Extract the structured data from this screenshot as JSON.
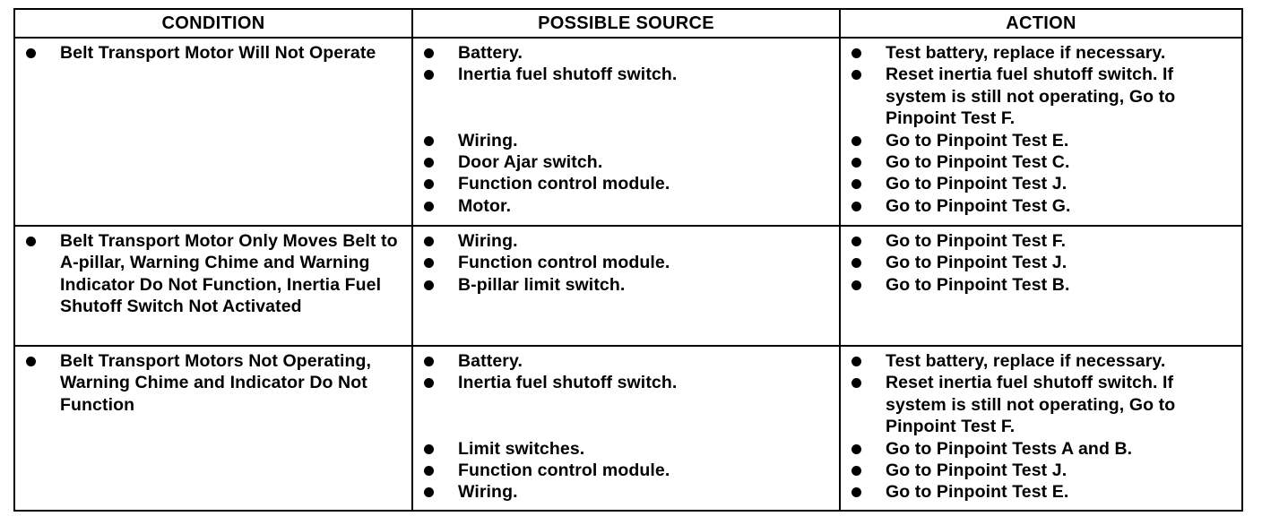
{
  "headers": {
    "condition": "CONDITION",
    "source": "POSSIBLE SOURCE",
    "action": "ACTION"
  },
  "rows": [
    {
      "condition": "Belt Transport Motor Will Not Operate",
      "sources": [
        "Battery.",
        "Inertia fuel shutoff switch.",
        "Wiring.",
        "Door Ajar switch.",
        "Function control module.",
        "Motor."
      ],
      "actions": [
        "Test battery, replace if necessary.",
        "Reset inertia fuel shutoff switch. If system is still not operating, Go to Pinpoint Test F.",
        "Go to Pinpoint Test E.",
        "Go to Pinpoint Test C.",
        "Go to Pinpoint Test J.",
        "Go to Pinpoint Test G."
      ]
    },
    {
      "condition": "Belt Transport Motor Only Moves Belt to A-pillar, Warning Chime and Warning Indicator Do Not Function, Inertia Fuel Shutoff Switch Not Activated",
      "sources": [
        "Wiring.",
        "Function control module.",
        "B-pillar limit switch."
      ],
      "actions": [
        "Go to Pinpoint Test F.",
        "Go to Pinpoint Test J.",
        "Go to Pinpoint Test B."
      ]
    },
    {
      "condition": "Belt Transport Motors Not Operating, Warning Chime and Indicator Do Not Function",
      "sources": [
        "Battery.",
        "Inertia fuel shutoff switch.",
        "Limit switches.",
        "Function control module.",
        "Wiring."
      ],
      "actions": [
        "Test battery, replace if necessary.",
        "Reset inertia fuel shutoff switch. If system is still not operating, Go to Pinpoint Test F.",
        "Go to Pinpoint Tests A and B.",
        "Go to Pinpoint Test J.",
        "Go to Pinpoint Test E."
      ]
    }
  ]
}
